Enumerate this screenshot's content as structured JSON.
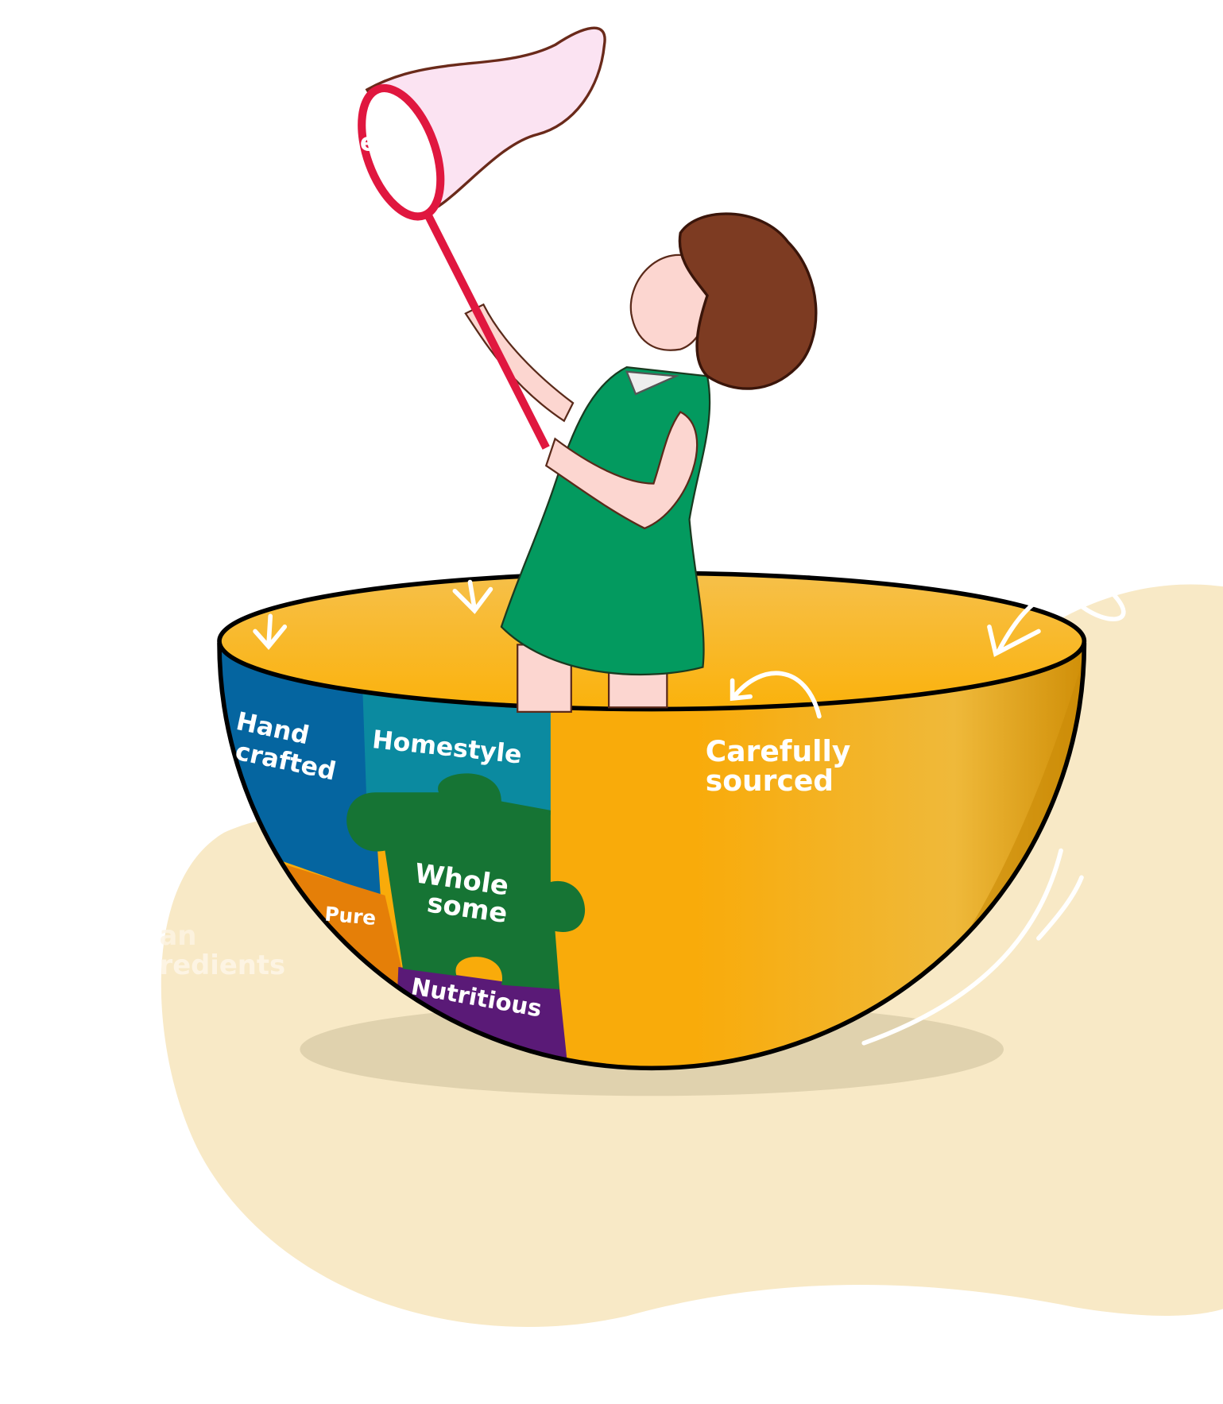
{
  "labels": {
    "handcrafted_1": "Hand",
    "handcrafted_2": "crafted",
    "homestyle": "Homestyle",
    "carefully_1": "Carefully",
    "carefully_2": "sourced",
    "wholesome_1": "Whole",
    "wholesome_2": "some",
    "pure": "Pure",
    "nutritious": "Nutritious",
    "clean_1": "an",
    "clean_2": "redients",
    "net_fragment": "e"
  },
  "colors": {
    "blob": "#f8e9c6",
    "bowl": "#f9ab0a",
    "blue": "#0565a0",
    "teal": "#0b8aa0",
    "green": "#167434",
    "purple": "#5a1a77",
    "pure_orange": "#e57f08",
    "dress": "#039a5f",
    "net": "#e0173f"
  }
}
